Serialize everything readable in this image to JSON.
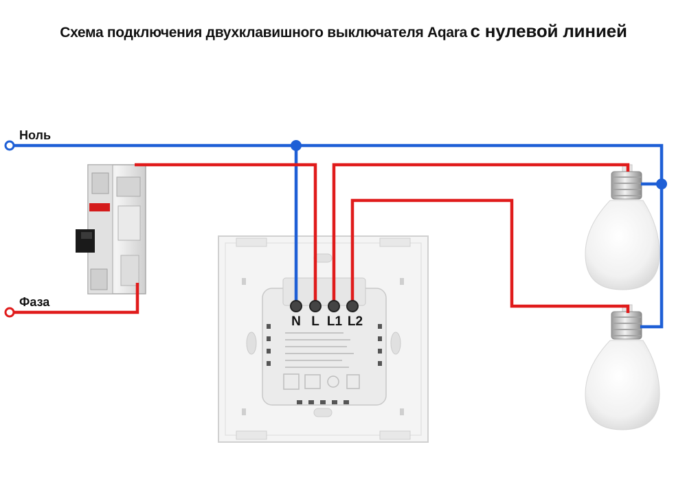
{
  "title": {
    "part1": "Схема подключения двухклавишного выключателя Aqara",
    "part2": "с нулевой линией"
  },
  "labels": {
    "neutral": "Ноль",
    "phase": "Фаза"
  },
  "terminals": [
    "N",
    "L",
    "L1",
    "L2"
  ],
  "colors": {
    "neutral_wire": "#1e5fd6",
    "phase_wire": "#e01b1b",
    "text": "#111111"
  }
}
